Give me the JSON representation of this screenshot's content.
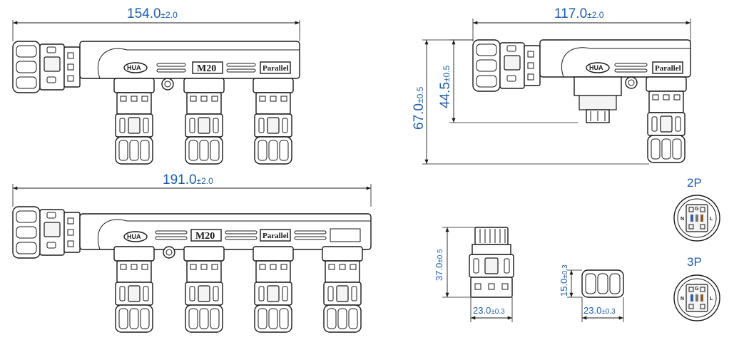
{
  "dimensions": {
    "top_left_width": {
      "value": "154.0",
      "tol": "±2.0"
    },
    "top_right_width": {
      "value": "117.0",
      "tol": "±2.0"
    },
    "top_right_height_total": {
      "value": "67.0",
      "tol": "±0.5"
    },
    "top_right_height_body": {
      "value": "44.5",
      "tol": "±0.5"
    },
    "bottom_width": {
      "value": "191.0",
      "tol": "±2.0"
    },
    "single_height": {
      "value": "37.0",
      "tol": "±0.5"
    },
    "single_width": {
      "value": "23.0",
      "tol": "±0.3"
    },
    "cap_height": {
      "value": "15.0",
      "tol": "±0.3"
    },
    "cap_width": {
      "value": "23.0",
      "tol": "±0.3"
    }
  },
  "labels": {
    "brand": "HUA",
    "thread": "M20",
    "parallel": "Parallel"
  },
  "pinouts": {
    "two_pole": {
      "title": "2P",
      "pins": [
        "G",
        "N",
        "L"
      ]
    },
    "three_pole": {
      "title": "3P",
      "pins": [
        "G",
        "N",
        "L"
      ]
    }
  },
  "colors": {
    "dimension_text": "#1f5fa8",
    "outline": "#1a1a1a"
  }
}
